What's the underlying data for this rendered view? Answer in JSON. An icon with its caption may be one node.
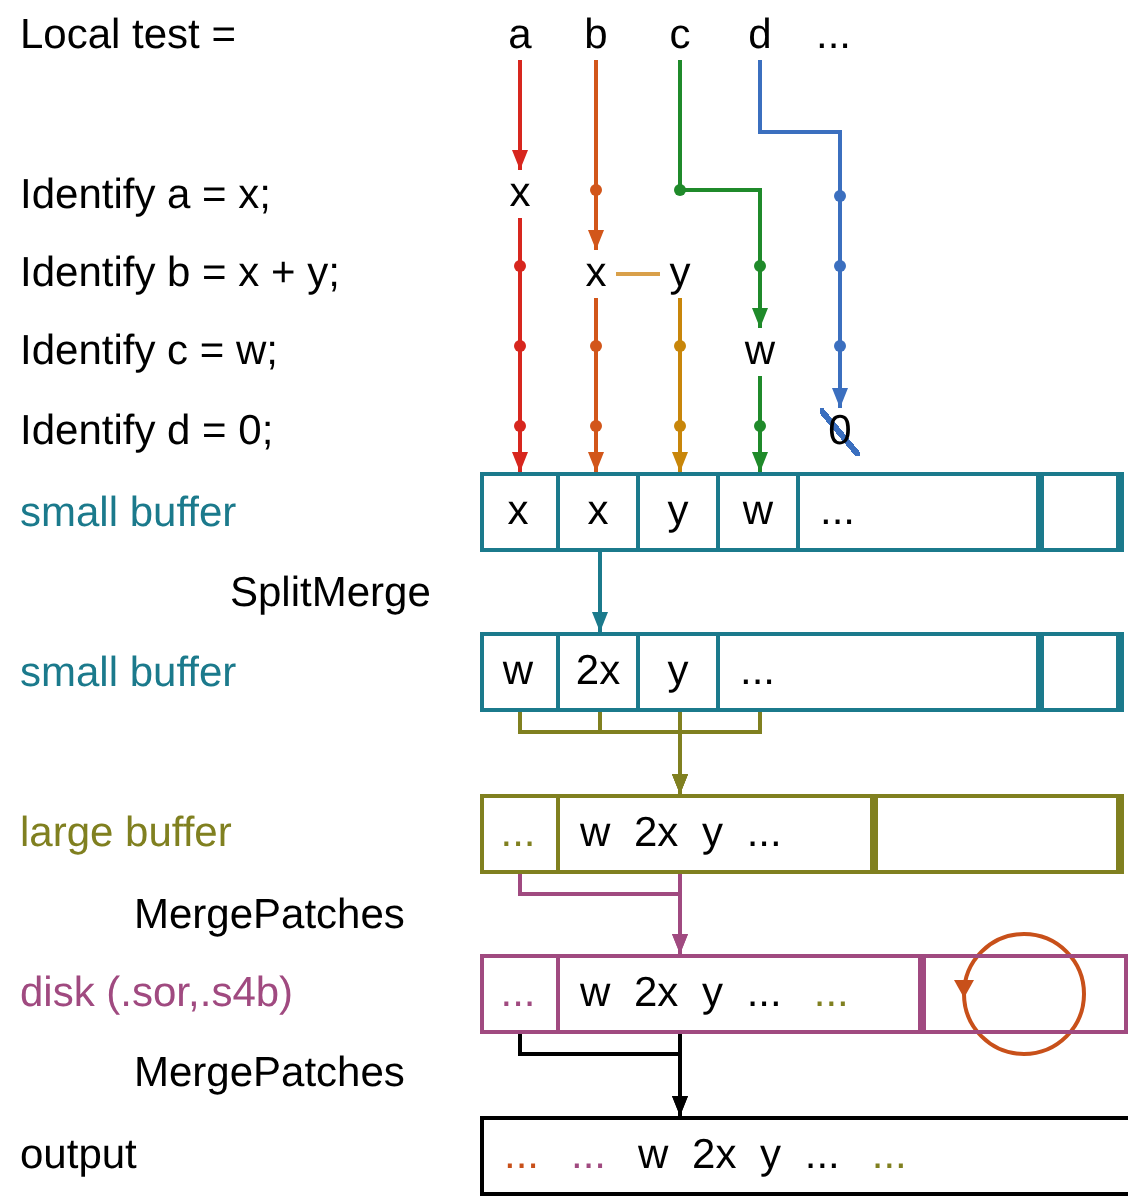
{
  "diagram": {
    "nodes": [
      {
        "text": [
          "a"
        ]
      },
      {
        "text": [
          "b"
        ]
      },
      {
        "text": [
          "c"
        ]
      },
      {
        "text": [
          "d"
        ]
      },
      {
        "text": [
          "x"
        ]
      },
      {
        "text": [
          "x"
        ]
      },
      {
        "text": [
          "y"
        ]
      },
      {
        "text": [
          "w"
        ]
      },
      {
        "text": [
          "0"
        ]
      },
      {
        "text": [],
        "shape": "box"
      },
      {
        "text": [
          "x"
        ],
        "in": 9
      },
      {
        "text": [
          "x"
        ],
        "in": 9
      },
      {
        "text": [
          "y"
        ],
        "in": 9
      },
      {
        "text": [
          "w"
        ],
        "in": 9
      },
      {
        "text": [
          "..."
        ],
        "in": 9
      },
      {
        "text": [],
        "shape": "box",
        "in": 9
      },
      {
        "text": [],
        "shape": "box"
      },
      {
        "text": [
          "w"
        ],
        "in": 16
      },
      {
        "text": [
          "2x"
        ],
        "in": 16
      },
      {
        "text": [
          "y"
        ],
        "in": 16
      },
      {
        "text": [
          "..."
        ],
        "in": 16
      },
      {
        "text": [],
        "shape": "box",
        "in": 16
      },
      {
        "text": [],
        "shape": "box"
      },
      {
        "text": [
          "..."
        ],
        "in": 22
      },
      {
        "text": [
          "w 2x y ..."
        ],
        "in": 22
      },
      {
        "text": [],
        "shape": "box",
        "in": 22
      },
      {
        "text": [],
        "shape": "box"
      },
      {
        "text": [
          "..."
        ],
        "in": 26
      },
      {
        "text": [
          "w 2x y ...",
          "..."
        ],
        "in": 26
      },
      {
        "text": [],
        "shape": "box",
        "in": 26
      },
      {
        "text": [
          "...",
          "...",
          "w 2x y ...",
          "..."
        ]
      }
    ],
    "edges": [
      {
        "from": 0,
        "to": 4,
        "arrow": "to",
        "color": "#d7261e"
      },
      {
        "from": 4,
        "to": 10,
        "arrow": "to",
        "color": "#d7261e"
      },
      {
        "from": 1,
        "to": 5,
        "arrow": "to",
        "color": "#d2561a"
      },
      {
        "from": 5,
        "to": 6,
        "arrow": "none",
        "color": "#d9a04a"
      },
      {
        "from": 5,
        "to": 11,
        "arrow": "to",
        "color": "#d2561a"
      },
      {
        "from": 6,
        "to": 12,
        "arrow": "to",
        "color": "#c8860a"
      },
      {
        "from": 2,
        "to": 7,
        "arrow": "to",
        "color": "#1f8a2a"
      },
      {
        "from": 7,
        "to": 13,
        "arrow": "to",
        "color": "#1f8a2a"
      },
      {
        "from": 3,
        "to": 8,
        "arrow": "to",
        "color": "#3b6fbf"
      },
      {
        "from": 9,
        "to": 16,
        "arrow": "to",
        "color": "#1b7a8c"
      },
      {
        "from": 17,
        "to": 24,
        "arrow": "to",
        "color": "#808020"
      },
      {
        "from": 18,
        "to": 24,
        "arrow": "to",
        "color": "#808020"
      },
      {
        "from": 19,
        "to": 24,
        "arrow": "to",
        "color": "#808020"
      },
      {
        "from": 20,
        "to": 24,
        "arrow": "to",
        "color": "#808020"
      },
      {
        "from": 23,
        "to": 28,
        "arrow": "to",
        "color": "#a04a80"
      },
      {
        "from": 24,
        "to": 28,
        "arrow": "to",
        "color": "#a04a80"
      },
      {
        "from": 27,
        "to": 30,
        "arrow": "to",
        "color": "#000000"
      },
      {
        "from": 28,
        "to": 30,
        "arrow": "to",
        "color": "#000000"
      }
    ],
    "labels": [
      "Local test =",
      "...",
      "Identify a = x;",
      "Identify b = x + y;",
      "Identify c = w;",
      "Identify d = 0;",
      "small buffer",
      "SplitMerge",
      "small buffer",
      "large buffer",
      "MergePatches",
      "disk (.sor,.s4b)",
      "MergePatches",
      "output"
    ]
  }
}
